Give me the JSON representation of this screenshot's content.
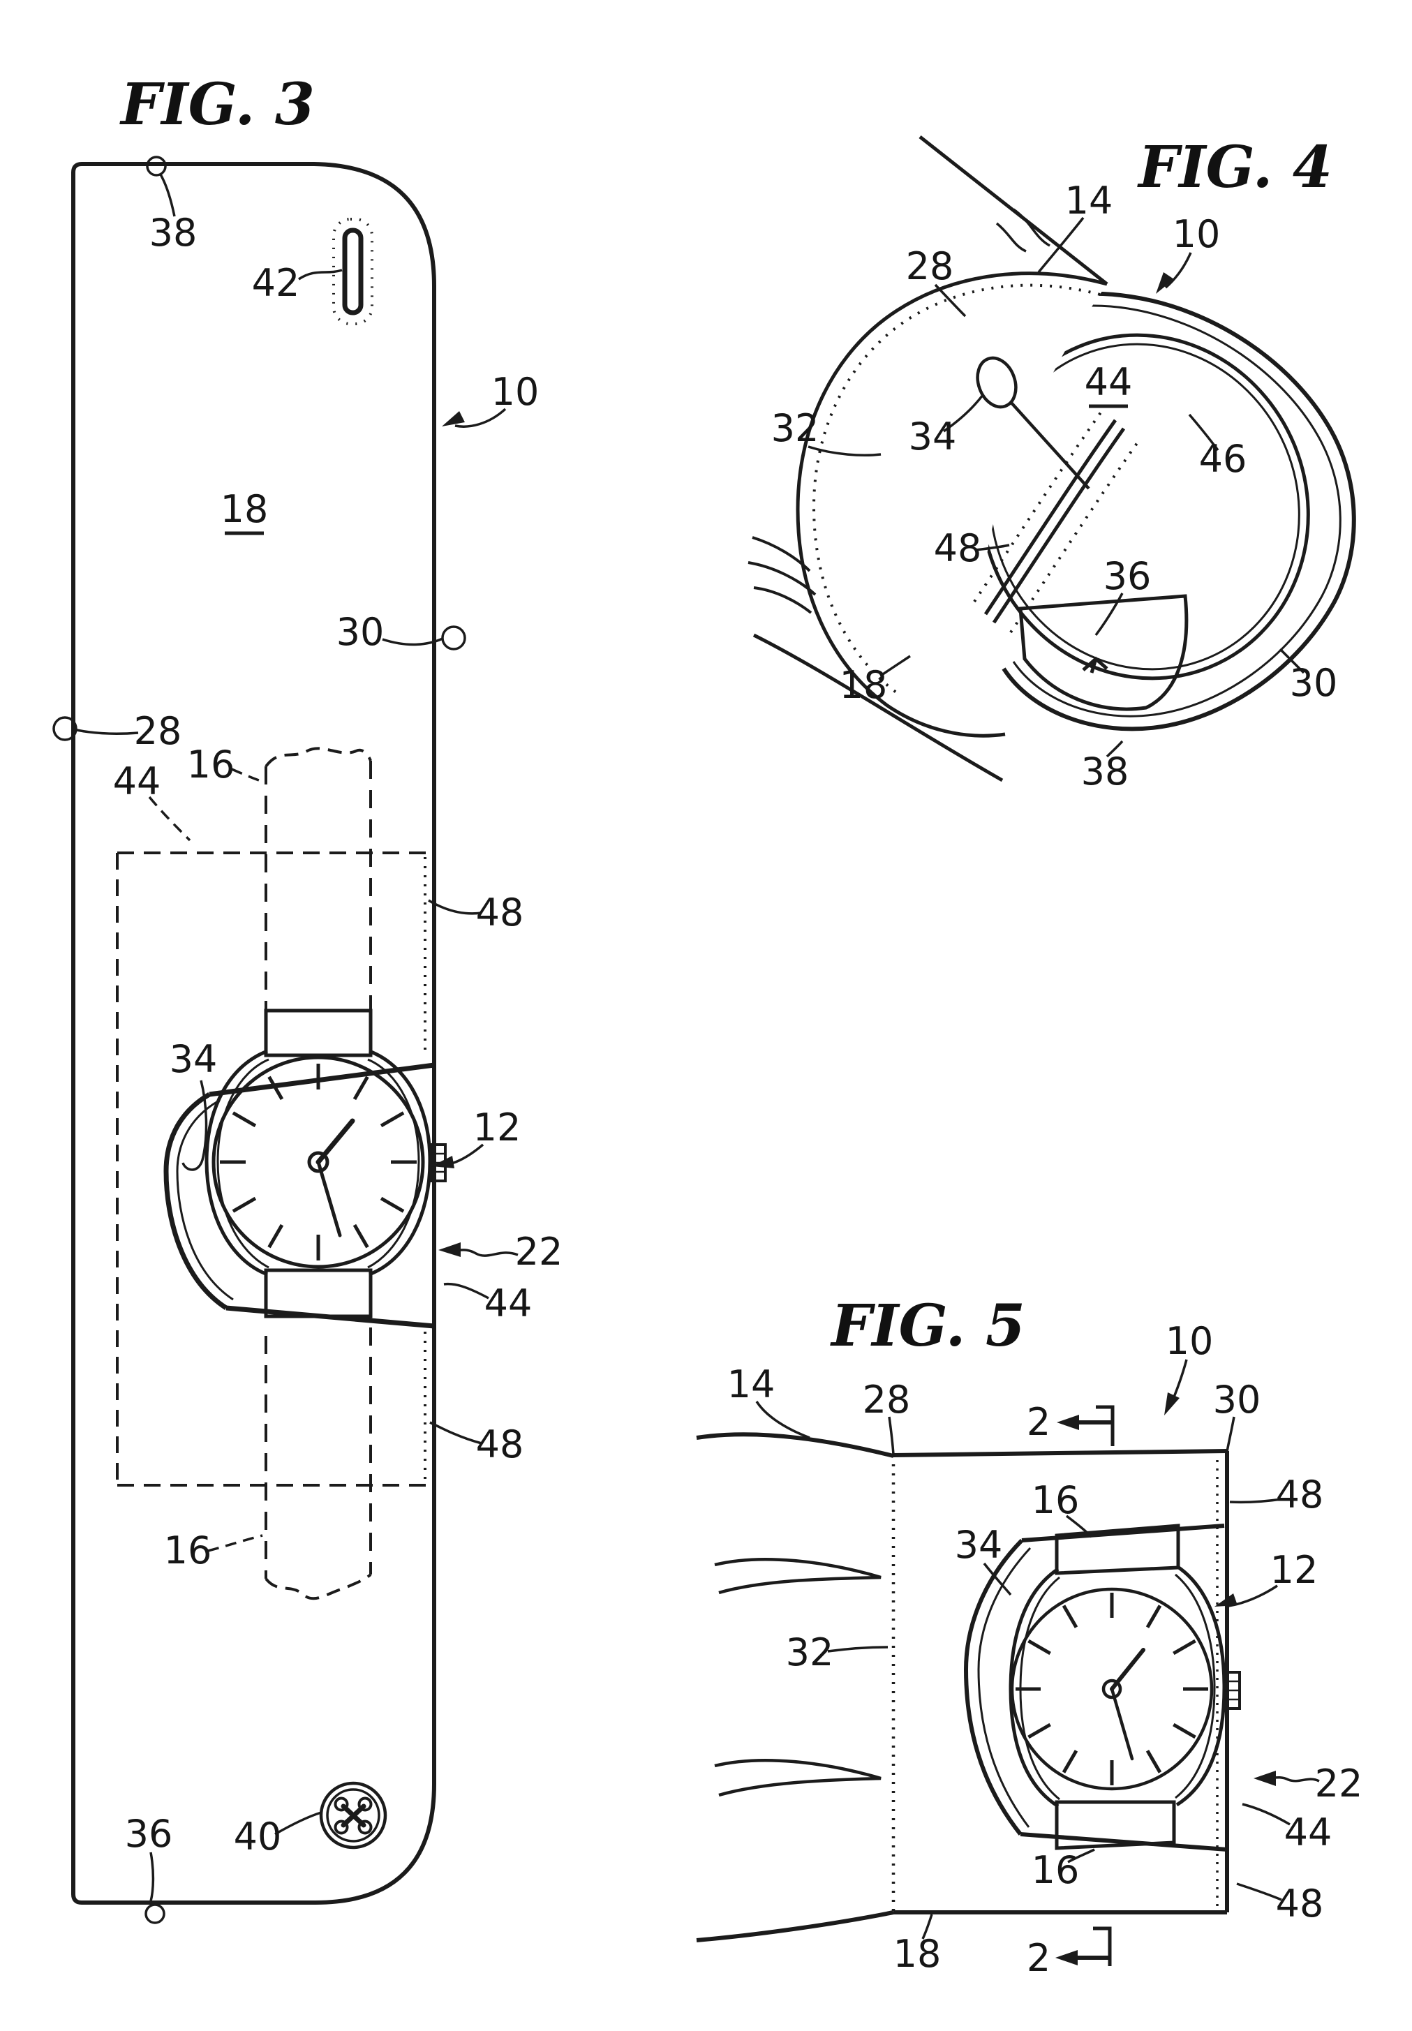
{
  "sheet": {
    "background": "#ffffff",
    "ink_color": "#1b1b1b",
    "figures": [
      "FIG. 3",
      "FIG. 4",
      "FIG. 5"
    ]
  },
  "fig3": {
    "title": "FIG. 3",
    "ref38": "38",
    "ref42": "42",
    "ref10": "10",
    "ref18": "18",
    "ref30": "30",
    "ref28": "28",
    "ref16_upper": "16",
    "ref44_upper": "44",
    "ref48_upper": "48",
    "ref34": "34",
    "ref12": "12",
    "ref22": "22",
    "ref44_lower": "44",
    "ref48_lower": "48",
    "ref16_lower": "16",
    "ref36": "36",
    "ref40": "40"
  },
  "fig4": {
    "title": "FIG. 4",
    "ref14": "14",
    "ref10": "10",
    "ref28": "28",
    "ref32": "32",
    "ref34": "34",
    "ref44": "44",
    "ref46": "46",
    "ref48": "48",
    "ref36": "36",
    "ref18": "18",
    "ref30": "30",
    "ref38": "38"
  },
  "fig5": {
    "title": "FIG. 5",
    "ref10": "10",
    "ref14": "14",
    "ref28": "28",
    "ref30": "30",
    "ref48_upper": "48",
    "ref16_upper": "16",
    "ref34": "34",
    "ref12": "12",
    "ref32": "32",
    "ref22": "22",
    "ref44": "44",
    "ref16_lower": "16",
    "ref48_lower": "48",
    "ref18": "18",
    "section_top": "2",
    "section_bottom": "2"
  }
}
